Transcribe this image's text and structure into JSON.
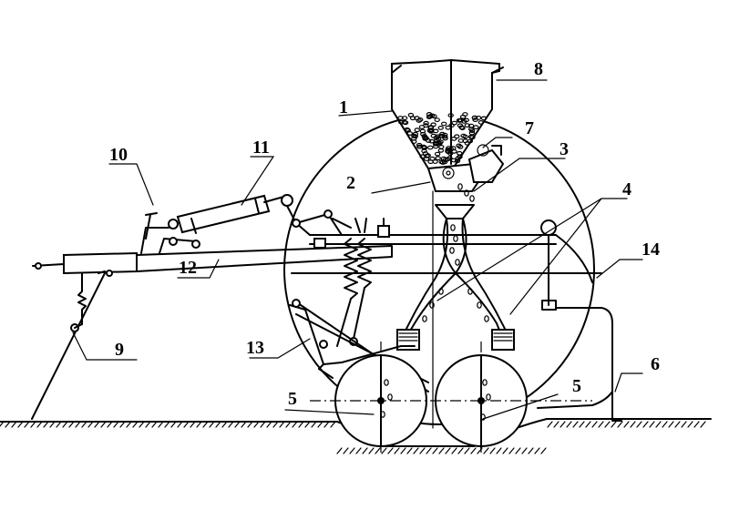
{
  "labels": [
    {
      "id": "1",
      "text": "1"
    },
    {
      "id": "2",
      "text": "2"
    },
    {
      "id": "3",
      "text": "3"
    },
    {
      "id": "4",
      "text": "4"
    },
    {
      "id": "5a",
      "text": "5"
    },
    {
      "id": "5b",
      "text": "5"
    },
    {
      "id": "6",
      "text": "6"
    },
    {
      "id": "7",
      "text": "7"
    },
    {
      "id": "8",
      "text": "8"
    },
    {
      "id": "9",
      "text": "9"
    },
    {
      "id": "10",
      "text": "10"
    },
    {
      "id": "11",
      "text": "11"
    },
    {
      "id": "12",
      "text": "12"
    },
    {
      "id": "13",
      "text": "13"
    },
    {
      "id": "14",
      "text": "14"
    }
  ]
}
